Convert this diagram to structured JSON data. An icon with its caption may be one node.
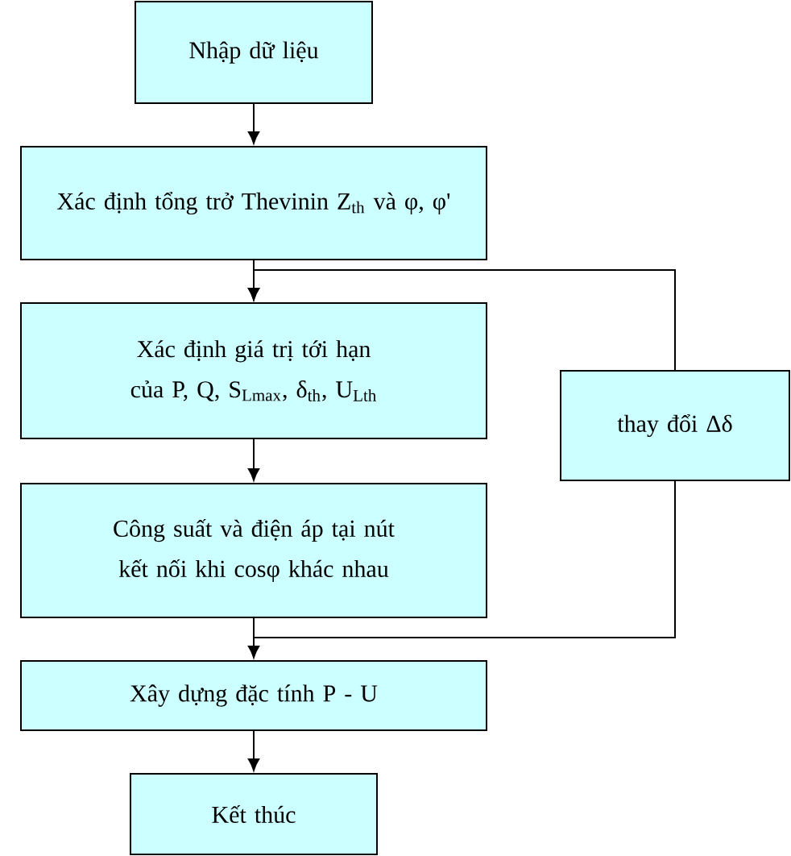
{
  "diagram": {
    "nodes": [
      {
        "text": [
          "Nhập dữ liệu"
        ]
      },
      {
        "text": [
          "Xác định tổng trở Thevinin Z$_{th}$ và φ, φ'"
        ]
      },
      {
        "text": [
          "Xác định giá trị tới hạn của P, Q, S$_{Lmax}$, δ$_{th}$, U$_{Lth}$"
        ]
      },
      {
        "text": [
          "thay đổi Δδ"
        ]
      },
      {
        "text": [
          "Công suất và điện áp tại nút kết nối khi cosφ khác nhau"
        ]
      },
      {
        "text": [
          "Xây dựng đặc tính P - U"
        ]
      },
      {
        "text": [
          "Kết thúc"
        ]
      }
    ],
    "edges": [
      {
        "from": 0,
        "to": 1,
        "arrow": "to"
      },
      {
        "from": 1,
        "to": 2,
        "arrow": "to"
      },
      {
        "from": 2,
        "to": 4,
        "arrow": "to"
      },
      {
        "from": 4,
        "to": 5,
        "arrow": "to"
      },
      {
        "from": 5,
        "to": 6,
        "arrow": "to"
      },
      {
        "from": 3,
        "to": 2,
        "arrow": "to"
      },
      {
        "from": 4,
        "to": 3,
        "arrow": "none"
      }
    ]
  }
}
